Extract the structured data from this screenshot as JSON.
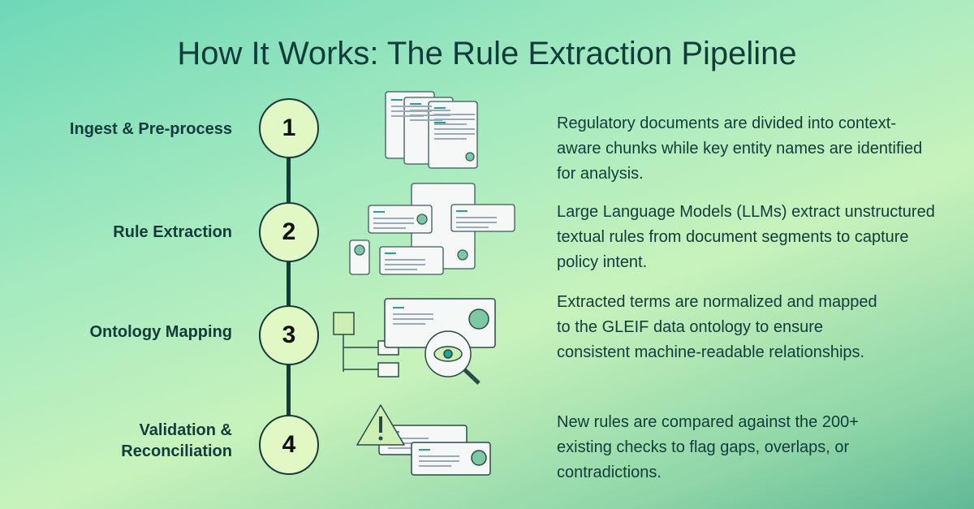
{
  "title": "How It Works: The Rule Extraction Pipeline",
  "steps": [
    {
      "number": "1",
      "label": "Ingest & Pre-process",
      "description": "Regulatory documents are divided into context-aware chunks while key entity names are identified for analysis."
    },
    {
      "number": "2",
      "label": "Rule Extraction",
      "description": "Large Language Models (LLMs) extract unstructured textual rules from document segments to capture policy intent."
    },
    {
      "number": "3",
      "label": "Ontology Mapping",
      "description": "Extracted terms are normalized and mapped to the GLEIF data ontology to ensure consistent machine-readable relationships."
    },
    {
      "number": "4",
      "label": "Validation & Reconciliation",
      "description": "New rules are compared against the 200+ existing checks to flag gaps, overlaps, or contradictions."
    }
  ]
}
